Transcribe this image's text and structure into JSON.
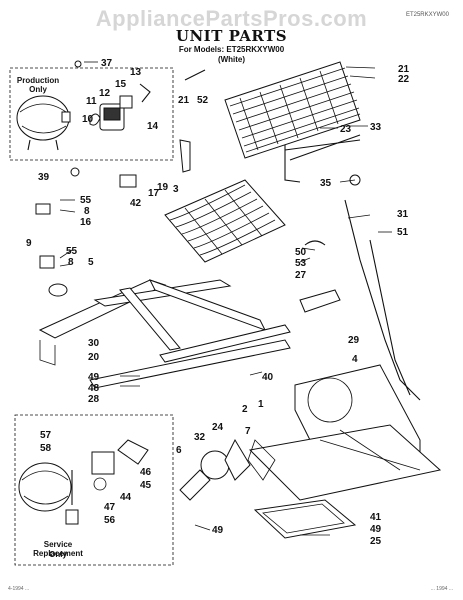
{
  "watermark": "AppliancePartsPros.com",
  "corner_code": "ET25RKXYW00",
  "title": "UNIT PARTS",
  "subtitle_line1": "For Models: ET25RKXYW00",
  "subtitle_line2": "(White)",
  "inset_top_label": "Production Only",
  "inset_bottom_label_line1": "Service Replacement",
  "inset_bottom_label_line2": "Only",
  "footer_left": "4-1994 ...",
  "footer_right": "... 1994 ...",
  "callouts": [
    "37",
    "13",
    "15",
    "12",
    "11",
    "14",
    "10",
    "39",
    "21",
    "52",
    "21",
    "22",
    "23",
    "33",
    "35",
    "3",
    "17",
    "19",
    "42",
    "55",
    "8",
    "16",
    "9",
    "55",
    "8",
    "5",
    "50",
    "53",
    "27",
    "31",
    "51",
    "29",
    "4",
    "30",
    "20",
    "40",
    "49",
    "48",
    "28",
    "2",
    "1",
    "57",
    "58",
    "6",
    "32",
    "24",
    "44",
    "45",
    "46",
    "47",
    "56",
    "49",
    "41",
    "49",
    "25",
    "7"
  ]
}
